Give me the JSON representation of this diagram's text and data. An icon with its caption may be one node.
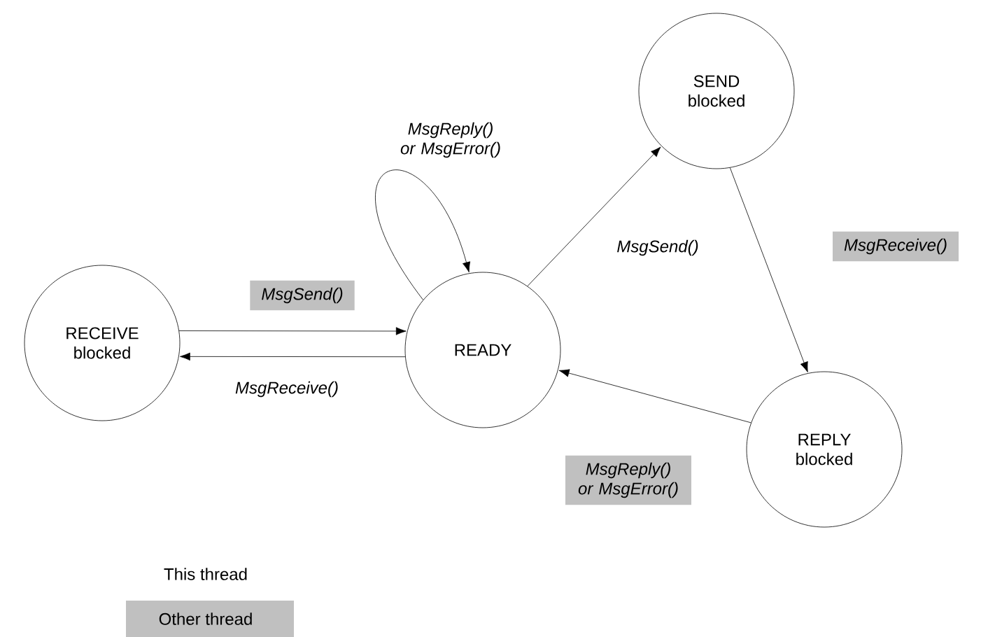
{
  "diagram": {
    "nodes": [
      {
        "text": [
          "RECEIVE blocked"
        ]
      },
      {
        "text": [
          "READY"
        ]
      },
      {
        "text": [
          "SEND blocked"
        ]
      },
      {
        "text": [
          "REPLY blocked"
        ]
      }
    ],
    "edges": [
      {
        "from": 0,
        "to": 1,
        "arrow": "to",
        "label": "MsgSend()"
      },
      {
        "from": 1,
        "to": 0,
        "arrow": "to",
        "label": "MsgReceive()"
      },
      {
        "from": 1,
        "to": 1,
        "arrow": "to",
        "label": "MsgReply() or MsgError()"
      },
      {
        "from": 1,
        "to": 2,
        "arrow": "to",
        "label": "MsgSend()"
      },
      {
        "from": 2,
        "to": 3,
        "arrow": "to",
        "label": "MsgReceive()"
      },
      {
        "from": 3,
        "to": 1,
        "arrow": "to",
        "label": "MsgReply() or MsgError()"
      }
    ],
    "legend": [
      {
        "text": "This thread"
      },
      {
        "text": "Other thread",
        "color": "#c0c0c0"
      }
    ]
  }
}
